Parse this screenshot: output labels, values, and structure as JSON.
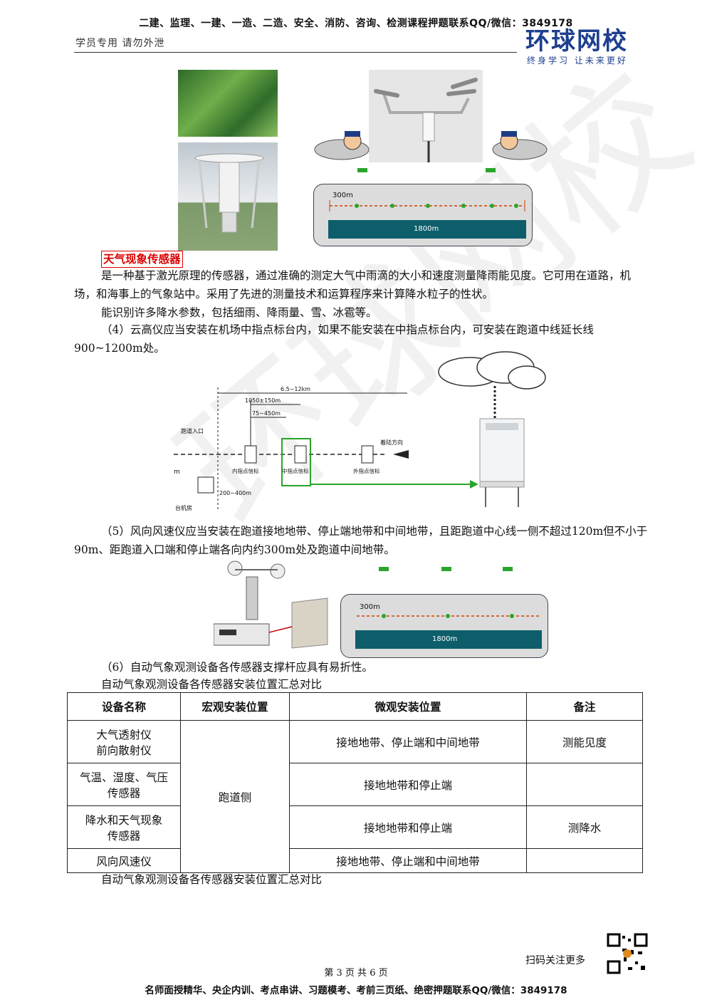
{
  "header": {
    "top_line": "二建、监理、一建、一造、二造、安全、消防、咨询、检测课程押题联系QQ/微信：3849178",
    "left_note": "学员专用 请勿外泄",
    "logo_main": "环球网校",
    "logo_sub": "终身学习 让未来更好"
  },
  "figure1": {
    "scale_300": "300m",
    "scale_1800": "1800m"
  },
  "section": {
    "title": "天气现象传感器",
    "para1": "是一种基于激光原理的传感器，通过准确的测定大气中雨滴的大小和速度测量降雨能见度。它可用在道路，机场，和海事上的气象站中。采用了先进的测量技术和运算程序来计算降水粒子的性状。",
    "para2": "能识别许多降水参数，包括细雨、降雨量、雪、冰雹等。",
    "para3": "（4）云高仪应当安装在机场中指点标台内，如果不能安装在中指点标台内，可安装在跑道中线延长线900~1200m处。"
  },
  "figure2": {
    "dist_total": "6.5~12km",
    "dist_mid": "1050±150m",
    "dist_inner": "75~450m",
    "runway_entrance": "跑道入口",
    "landing_dir": "着陆方向",
    "inner_marker": "内指点信标",
    "middle_marker": "中指点信标",
    "outer_marker": "外指点信标",
    "dist_side": "200~400m",
    "station": "台机房",
    "m_label": "m"
  },
  "para5": "（5）风向风速仪应当安装在跑道接地地带、停止端地带和中间地带，且距跑道中心线一侧不超过120m但不小于90m、距跑道入口端和停止端各向内约300m处及跑道中间地带。",
  "figure3": {
    "scale_300": "300m",
    "scale_1800": "1800m"
  },
  "para6": "（6）自动气象观测设备各传感器支撑杆应具有易折性。",
  "table_caption": "自动气象观测设备各传感器安装位置汇总对比",
  "table": {
    "headers": [
      "设备名称",
      "宏观安装位置",
      "微观安装位置",
      "备注"
    ],
    "macro_position": "跑道侧",
    "rows": [
      {
        "name_line1": "大气透射仪",
        "name_line2": "前向散射仪",
        "micro": "接地地带、停止端和中间地带",
        "note": "测能见度"
      },
      {
        "name_line1": "气温、湿度、气压",
        "name_line2": "传感器",
        "micro": "接地地带和停止端",
        "note": ""
      },
      {
        "name_line1": "降水和天气现象",
        "name_line2": "传感器",
        "micro": "接地地带和停止端",
        "note": "测降水"
      },
      {
        "name_line1": "风向风速仪",
        "name_line2": "",
        "micro": "接地地带、停止端和中间地带",
        "note": ""
      }
    ]
  },
  "table_caption_after": "自动气象观测设备各传感器安装位置汇总对比",
  "footer": {
    "scan_text": "扫码关注更多",
    "page": "第 3 页 共 6 页",
    "bottom_line": "名师面授精华、央企内训、考点串讲、习题模考、考前三页纸、绝密押题联系QQ/微信：3849178"
  },
  "watermark": "环球网校",
  "colors": {
    "title_red": "#dd0000",
    "logo_blue": "#1d3f8f",
    "runway_teal": "#0d5e6a"
  }
}
